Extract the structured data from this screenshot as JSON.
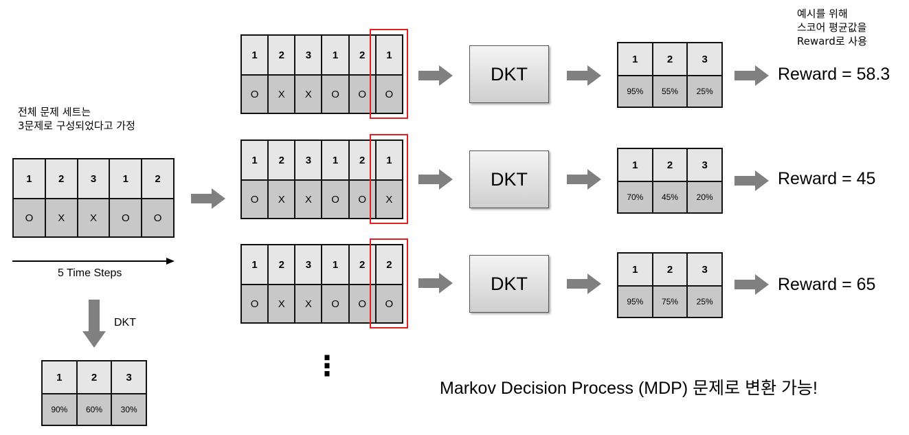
{
  "assumption_note": {
    "line1": "전체 문제 세트는",
    "line2": "3문제로 구성되었다고 가정"
  },
  "example_note": {
    "line1": "예시를 위해",
    "line2": "스코어 평균값을",
    "line3": "Reward로 사용"
  },
  "initial_sequence": {
    "problems": [
      "1",
      "2",
      "3",
      "1",
      "2"
    ],
    "results": [
      "O",
      "X",
      "X",
      "O",
      "O"
    ]
  },
  "time_steps_label": "5 Time Steps",
  "dkt_down_label": "DKT",
  "initial_knowledge": {
    "problems": [
      "1",
      "2",
      "3"
    ],
    "probs": [
      "90%",
      "60%",
      "30%"
    ]
  },
  "rows": [
    {
      "problems": [
        "1",
        "2",
        "3",
        "1",
        "2",
        "1"
      ],
      "results": [
        "O",
        "X",
        "X",
        "O",
        "O",
        "O"
      ],
      "model_label": "DKT",
      "out_problems": [
        "1",
        "2",
        "3"
      ],
      "out_probs": [
        "95%",
        "55%",
        "25%"
      ],
      "reward": "Reward = 58.3"
    },
    {
      "problems": [
        "1",
        "2",
        "3",
        "1",
        "2",
        "1"
      ],
      "results": [
        "O",
        "X",
        "X",
        "O",
        "O",
        "X"
      ],
      "model_label": "DKT",
      "out_problems": [
        "1",
        "2",
        "3"
      ],
      "out_probs": [
        "70%",
        "45%",
        "20%"
      ],
      "reward": "Reward = 45"
    },
    {
      "problems": [
        "1",
        "2",
        "3",
        "1",
        "2",
        "2"
      ],
      "results": [
        "O",
        "X",
        "X",
        "O",
        "O",
        "O"
      ],
      "model_label": "DKT",
      "out_problems": [
        "1",
        "2",
        "3"
      ],
      "out_probs": [
        "95%",
        "75%",
        "25%"
      ],
      "reward": "Reward = 65"
    }
  ],
  "ellipsis": "⋮",
  "mdp_note": "Markov Decision Process (MDP) 문제로 변환 가능!",
  "colors": {
    "highlight": "#e02020",
    "arrow": "#808080",
    "header_cell": "#e6e6e6",
    "value_cell": "#c8c8c8"
  }
}
